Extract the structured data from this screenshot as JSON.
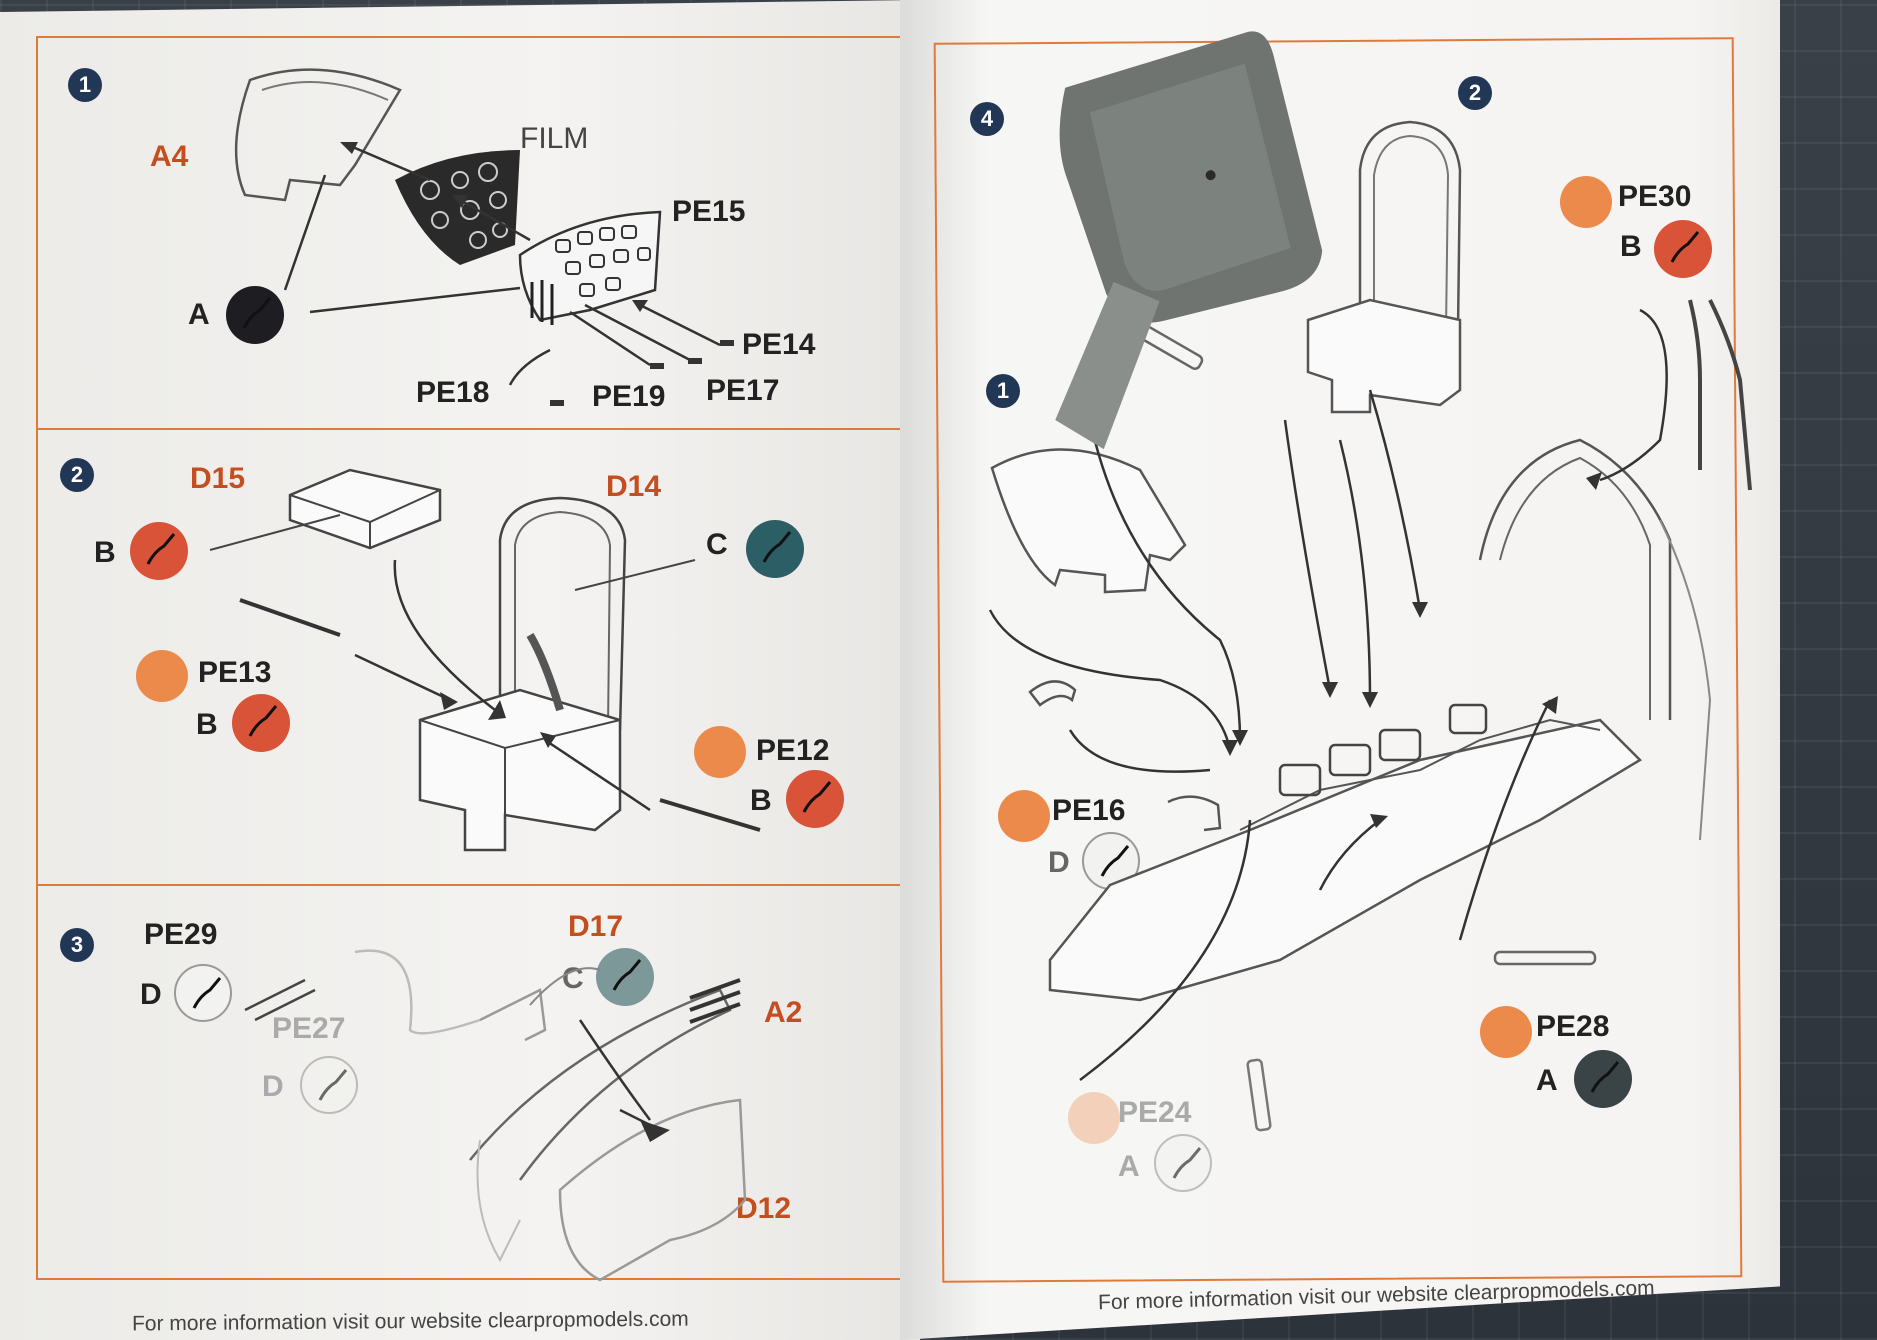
{
  "footer_left": "For more information visit our website clearpropmodels.com",
  "footer_right": "For more information visit our website clearpropmodels.com",
  "left_page": {
    "step1": {
      "number": "1",
      "labels": {
        "a4": "A4",
        "film": "FILM",
        "pe15": "PE15",
        "a": "A",
        "pe14": "PE14",
        "pe18": "PE18",
        "pe19": "PE19",
        "pe17": "PE17"
      }
    },
    "step2": {
      "number": "2",
      "labels": {
        "d15": "D15",
        "d14": "D14",
        "b1": "B",
        "c": "C",
        "pe13": "PE13",
        "b2": "B",
        "pe12": "PE12",
        "b3": "B"
      }
    },
    "step3": {
      "number": "3",
      "labels": {
        "pe29": "PE29",
        "d1": "D",
        "pe27": "PE27",
        "d2": "D",
        "d17": "D17",
        "c": "C",
        "a2": "A2",
        "d12": "D12"
      }
    }
  },
  "right_page": {
    "step4": {
      "number": "4",
      "sub1": "1",
      "sub2": "2",
      "labels": {
        "pe30": "PE30",
        "b": "B",
        "pe16": "PE16",
        "d": "D",
        "pe28": "PE28",
        "a1": "A",
        "pe24": "PE24",
        "a2": "A"
      }
    }
  },
  "colors": {
    "frame": "#e07a3a",
    "badge": "#223656",
    "paint_red": "#d85338",
    "paint_teal": "#2c5e66",
    "paint_black": "#1e1e22",
    "part_grey": "#6f7470"
  }
}
